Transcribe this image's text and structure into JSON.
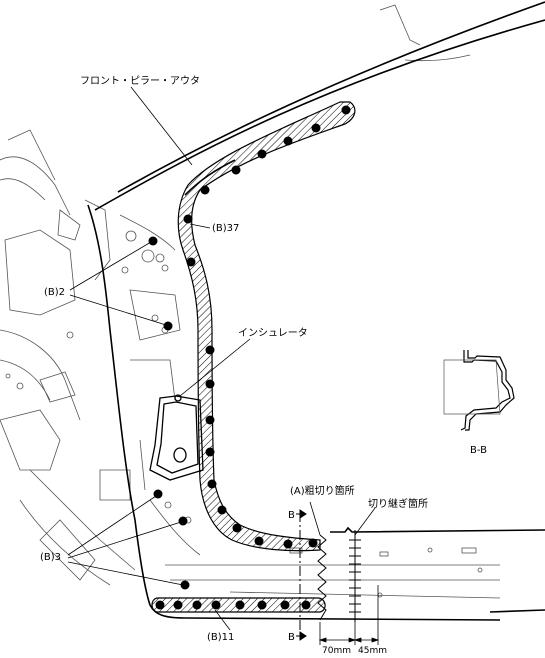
{
  "labels": {
    "outer_pillar": "フロント・ピラー・アウタ",
    "b37": "(B)37",
    "b2": "(B)2",
    "insulator": "インシュレータ",
    "section_view": "B-B",
    "b3": "(B)3",
    "cut_rough": "(A)粗切り箇所",
    "cut_joint": "切り継ぎ箇所",
    "b11": "(B)11",
    "section_mark_top": "B",
    "section_mark_bottom": "B",
    "dim_70": "70mm",
    "dim_45": "45mm"
  },
  "colors": {
    "line": "#000000",
    "thin_line": "#555555",
    "background": "#ffffff"
  }
}
